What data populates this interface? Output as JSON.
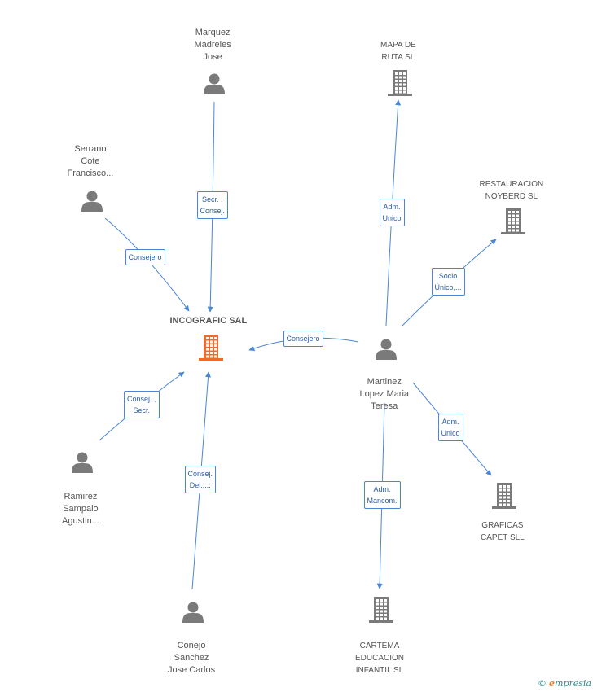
{
  "colors": {
    "edge": "#4a86d4",
    "person": "#7a7a7a",
    "company": "#7a7a7a",
    "focus": "#ee6a2e"
  },
  "nodes": [
    {
      "id": "incografic",
      "label": "INCOGRAFIC SAL",
      "kind": "company",
      "focus": true
    },
    {
      "id": "marquez",
      "label": "Marquez\nMadreles\nJose",
      "kind": "person"
    },
    {
      "id": "serrano",
      "label": "Serrano\nCote\nFrancisco...",
      "kind": "person"
    },
    {
      "id": "ramirez",
      "label": "Ramirez\nSampalo\nAgustin...",
      "kind": "person"
    },
    {
      "id": "conejo",
      "label": "Conejo\nSanchez\nJose Carlos",
      "kind": "person"
    },
    {
      "id": "martinez",
      "label": "Martinez\nLopez Maria\nTeresa",
      "kind": "person"
    },
    {
      "id": "mapa",
      "label": "MAPA DE\nRUTA  SL",
      "kind": "company"
    },
    {
      "id": "restauracion",
      "label": "RESTAURACION\nNOYBERD SL",
      "kind": "company"
    },
    {
      "id": "graficas",
      "label": "GRAFICAS\nCAPET SLL",
      "kind": "company"
    },
    {
      "id": "cartema",
      "label": "CARTEMA\nEDUCACION\nINFANTIL SL",
      "kind": "company"
    }
  ],
  "edges": [
    {
      "from": "marquez",
      "to": "incografic",
      "label": "Secr. ,\nConsej."
    },
    {
      "from": "serrano",
      "to": "incografic",
      "label": "Consejero"
    },
    {
      "from": "ramirez",
      "to": "incografic",
      "label": "Consej. ,\nSecr."
    },
    {
      "from": "conejo",
      "to": "incografic",
      "label": "Consej.\nDel.,..."
    },
    {
      "from": "martinez",
      "to": "incografic",
      "label": "Consejero"
    },
    {
      "from": "martinez",
      "to": "mapa",
      "label": "Adm.\nUnico"
    },
    {
      "from": "martinez",
      "to": "restauracion",
      "label": "Socio\nÚnico,..."
    },
    {
      "from": "martinez",
      "to": "graficas",
      "label": "Adm.\nUnico"
    },
    {
      "from": "martinez",
      "to": "cartema",
      "label": "Adm.\nMancom."
    }
  ],
  "brand": {
    "symbol": "©",
    "initial": "e",
    "name": "mpresia"
  }
}
